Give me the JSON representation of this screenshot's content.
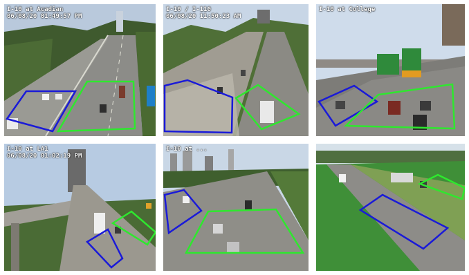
{
  "colors": {
    "zone_blue": "#1a1ad8",
    "zone_green": "#2ee82e"
  },
  "tiles": [
    {
      "title": "I-10 at Acadian",
      "timestamp": "06/08/20 01:49:57 PM"
    },
    {
      "title": "I-10 / I-110",
      "timestamp": "06/08/20 11:50:23 AM"
    },
    {
      "title": "I-10 at College",
      "timestamp": ""
    },
    {
      "title": "I-10 at LA1",
      "timestamp": "06/08/20 01:02:19 PM"
    },
    {
      "title": "I-10 at ...",
      "timestamp": ""
    },
    {
      "title": "",
      "timestamp": ""
    }
  ],
  "signs": [
    "",
    ""
  ]
}
